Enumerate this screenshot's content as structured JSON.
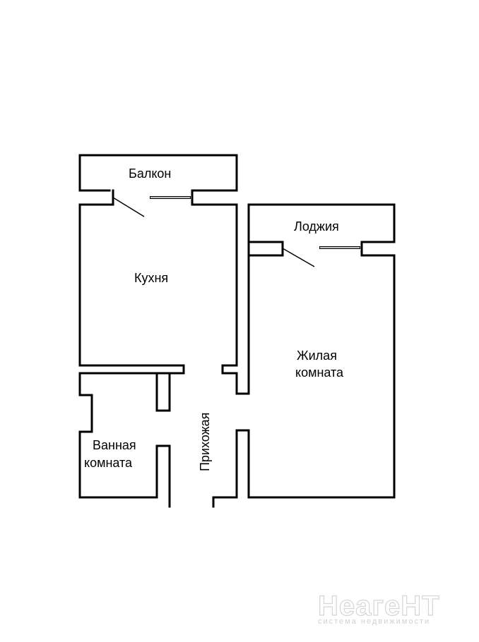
{
  "rooms": {
    "balcony": "Балкон",
    "kitchen": "Кухня",
    "loggia": "Лоджия",
    "living_line1": "Жилая",
    "living_line2": "комната",
    "bath_line1": "Ванная",
    "bath_line2": "комната",
    "hallway": "Прихожая"
  },
  "watermark": {
    "brand": "НеагеНТ",
    "tagline": "система недвижимости"
  },
  "colors": {
    "wall": "#000000",
    "background": "#ffffff",
    "watermark": "#d6d6d6"
  }
}
